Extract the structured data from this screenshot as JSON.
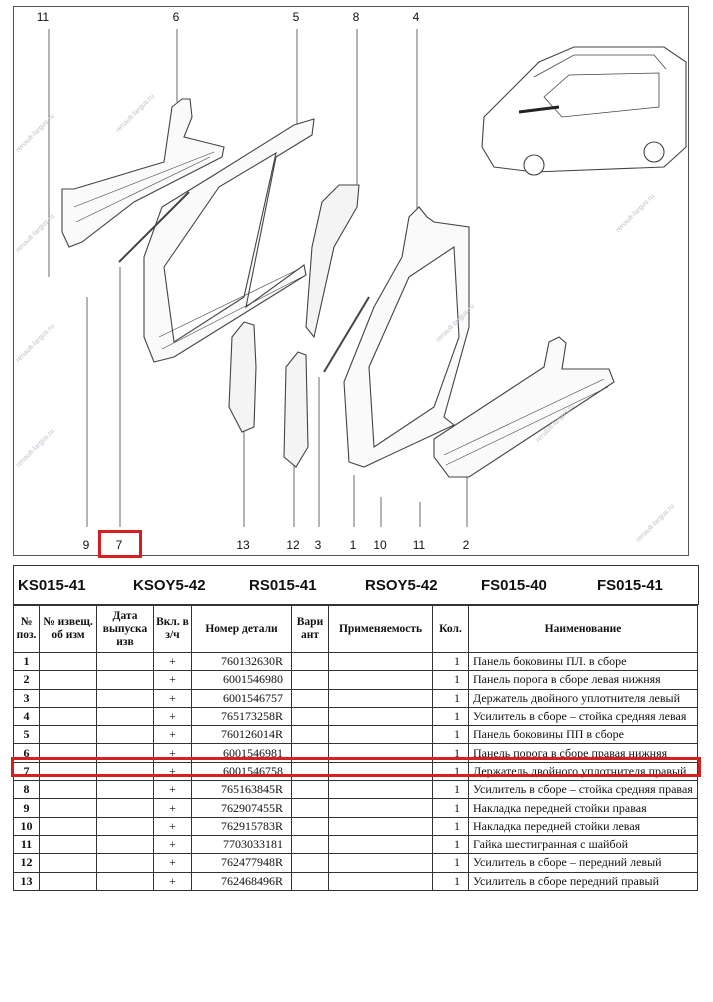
{
  "callouts": {
    "top": [
      {
        "num": "11"
      },
      {
        "num": "6"
      },
      {
        "num": "5"
      },
      {
        "num": "8"
      },
      {
        "num": "4"
      }
    ],
    "bottom": [
      {
        "num": "9"
      },
      {
        "num": "7"
      },
      {
        "num": "13"
      },
      {
        "num": "12"
      },
      {
        "num": "3"
      },
      {
        "num": "1"
      },
      {
        "num": "10"
      },
      {
        "num": "11"
      },
      {
        "num": "2"
      }
    ]
  },
  "codes": [
    "KS015-41",
    "KSOY5-42",
    "RS015-41",
    "RSOY5-42",
    "FS015-40",
    "FS015-41"
  ],
  "headers": {
    "pos": "№ поз.",
    "notice": "№ извещ. об изм",
    "date": "Дата выпуска изв",
    "incl": "Вкл. в з/ч",
    "part_no": "Номер детали",
    "variant": "Вари ант",
    "applicability": "Применяемость",
    "qty": "Кол.",
    "name": "Наименование"
  },
  "rows": [
    {
      "pos": "1",
      "incl": "+",
      "part_no": "760132630R",
      "qty": "1",
      "name": "Панель боковины ПЛ. в сборе"
    },
    {
      "pos": "2",
      "incl": "+",
      "part_no": "6001546980",
      "qty": "1",
      "name": "Панель порога в сборе левая нижняя"
    },
    {
      "pos": "3",
      "incl": "+",
      "part_no": "6001546757",
      "qty": "1",
      "name": "Держатель двойного уплотнителя левый"
    },
    {
      "pos": "4",
      "incl": "+",
      "part_no": "765173258R",
      "qty": "1",
      "name": "Усилитель в сборе – стойка средняя левая"
    },
    {
      "pos": "5",
      "incl": "+",
      "part_no": "760126014R",
      "qty": "1",
      "name": "Панель боковины ПП в сборе"
    },
    {
      "pos": "6",
      "incl": "+",
      "part_no": "6001546981",
      "qty": "1",
      "name": "Панель порога в сборе правая нижняя"
    },
    {
      "pos": "7",
      "incl": "+",
      "part_no": "6001546758",
      "qty": "1",
      "name": "Держатель двойного уплотнителя правый"
    },
    {
      "pos": "8",
      "incl": "+",
      "part_no": "765163845R",
      "qty": "1",
      "name": "Усилитель в сборе – стойка средняя правая"
    },
    {
      "pos": "9",
      "incl": "+",
      "part_no": "762907455R",
      "qty": "1",
      "name": "Накладка передней стойки правая"
    },
    {
      "pos": "10",
      "incl": "+",
      "part_no": "762915783R",
      "qty": "1",
      "name": "Накладка передней стойки левая"
    },
    {
      "pos": "11",
      "incl": "+",
      "part_no": "7703033181",
      "qty": "1",
      "name": "Гайка шестигранная с шайбой"
    },
    {
      "pos": "12",
      "incl": "+",
      "part_no": "762477948R",
      "qty": "1",
      "name": "Усилитель в сборе – передний левый"
    },
    {
      "pos": "13",
      "incl": "+",
      "part_no": "762468496R",
      "qty": "1",
      "name": "Усилитель в сборе передний правый"
    }
  ],
  "watermark": "renault-largus.ru",
  "colors": {
    "highlight": "#d61f1f",
    "lines": "#333333",
    "watermark": "#b9c2c9"
  }
}
